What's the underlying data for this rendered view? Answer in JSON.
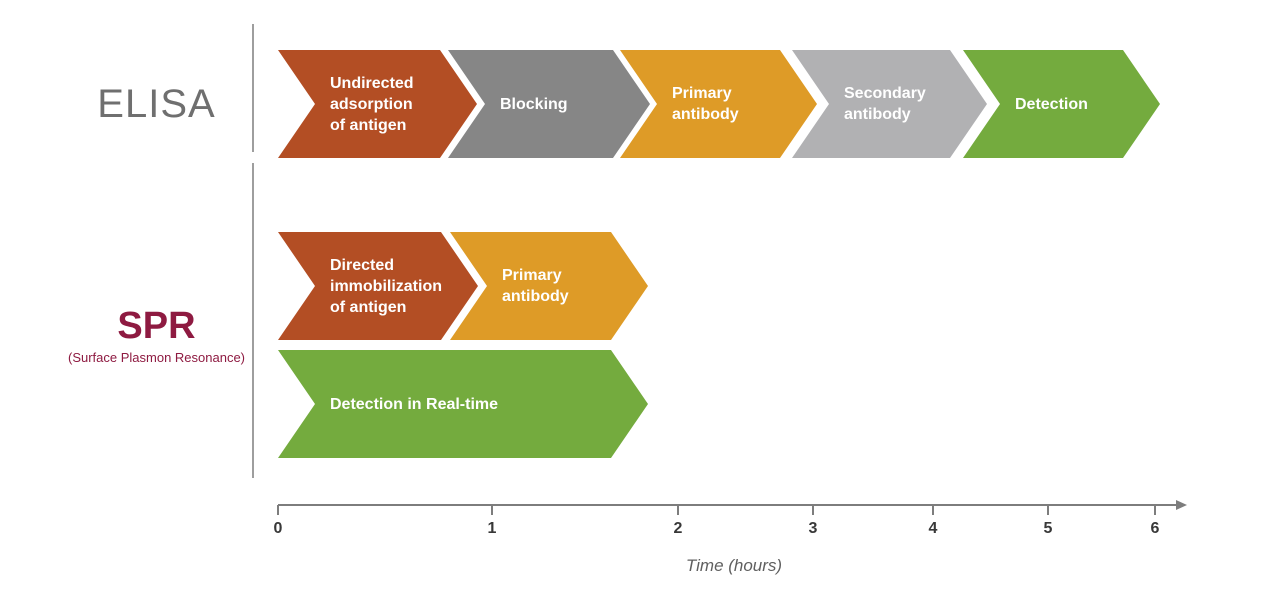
{
  "colors": {
    "rust": "#B34E24",
    "gray": "#868686",
    "orange": "#DE9B27",
    "light_gray": "#B1B1B3",
    "green": "#74AB3E",
    "elisa_label": "#6F6F6F",
    "spr_label": "#8E1A41",
    "divider": "#9E9E9E",
    "axis": "#7D7D7D",
    "tick_label": "#383838",
    "time_label": "#5F5F5F",
    "step_text": "#FFFFFF"
  },
  "elisa": {
    "label": "ELISA",
    "steps": [
      {
        "label": "Undirected\nadsorption\nof antigen",
        "color": "rust"
      },
      {
        "label": "Blocking",
        "color": "gray"
      },
      {
        "label": "Primary\nantibody",
        "color": "orange"
      },
      {
        "label": "Secondary\nantibody",
        "color": "light_gray"
      },
      {
        "label": "Detection",
        "color": "green"
      }
    ]
  },
  "spr": {
    "label": "SPR",
    "sublabel": "(Surface Plasmon Resonance)",
    "steps": [
      {
        "label": "Directed\nimmobilization\nof antigen",
        "color": "rust"
      },
      {
        "label": "Primary\nantibody",
        "color": "orange"
      }
    ],
    "realtime_step": {
      "label": "Detection in Real-time",
      "color": "green"
    }
  },
  "timeline": {
    "ticks": [
      "0",
      "1",
      "2",
      "3",
      "4",
      "5",
      "6"
    ],
    "axis_label": "Time (hours)"
  }
}
